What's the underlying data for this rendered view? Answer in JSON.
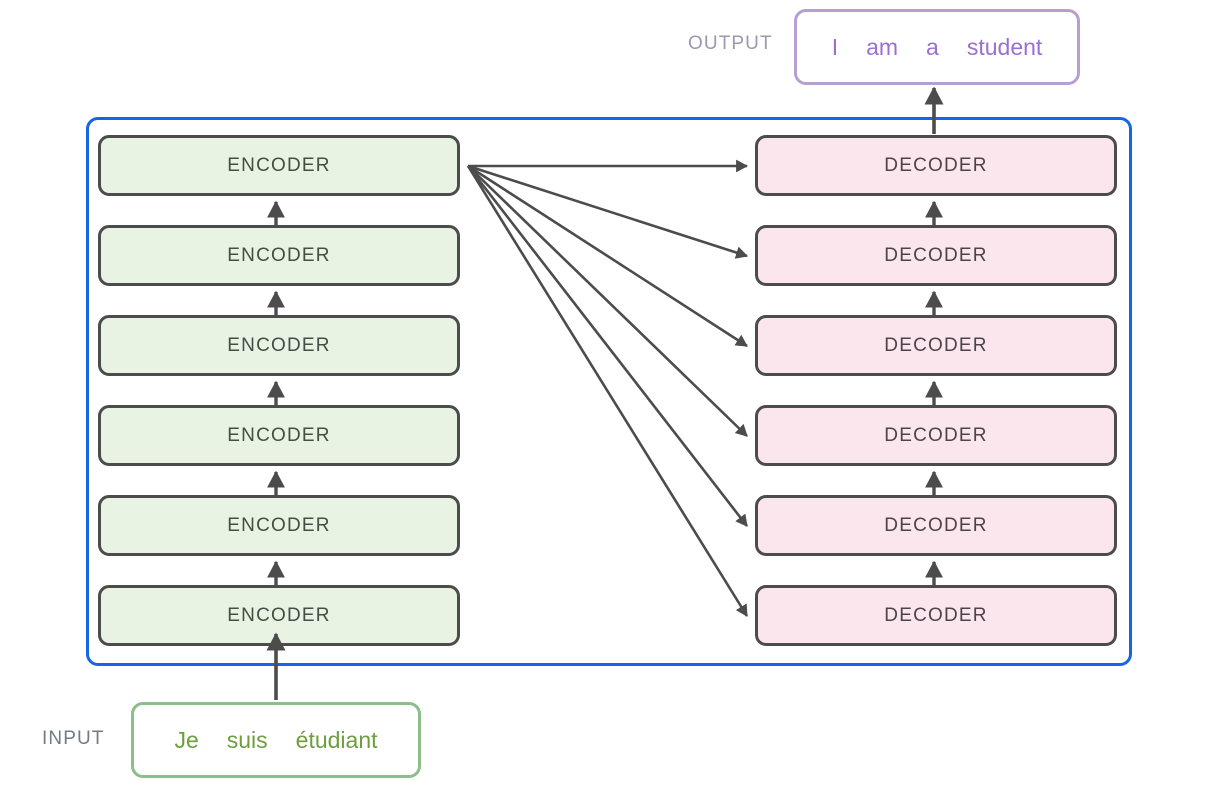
{
  "diagram": {
    "title": "Transformer encoder-decoder stack",
    "colors": {
      "container_border": "#1565e6",
      "encoder_fill": "#e9f3e4",
      "decoder_fill": "#fbe6ee",
      "block_border": "#4c4c4c",
      "arrow": "#4c4c4c",
      "input_border": "#8cbd8a",
      "input_text": "#6d9e3f",
      "output_border": "#b7a0cf",
      "output_text": "#9b6fd0",
      "input_label_text": "#717c86",
      "output_label_text": "#9d97b0",
      "background": "#ffffff"
    }
  },
  "output": {
    "label": "OUTPUT",
    "tokens": [
      "I",
      "am",
      "a",
      "student"
    ]
  },
  "input": {
    "label": "INPUT",
    "tokens": [
      "Je",
      "suis",
      "étudiant"
    ]
  },
  "encoder_stack": {
    "name": "encoders",
    "blocks": [
      {
        "label": "ENCODER"
      },
      {
        "label": "ENCODER"
      },
      {
        "label": "ENCODER"
      },
      {
        "label": "ENCODER"
      },
      {
        "label": "ENCODER"
      },
      {
        "label": "ENCODER"
      }
    ]
  },
  "decoder_stack": {
    "name": "decoders",
    "blocks": [
      {
        "label": "DECODER"
      },
      {
        "label": "DECODER"
      },
      {
        "label": "DECODER"
      },
      {
        "label": "DECODER"
      },
      {
        "label": "DECODER"
      },
      {
        "label": "DECODER"
      }
    ]
  },
  "connections": {
    "encoder_internal_arrows": 5,
    "decoder_internal_arrows": 5,
    "cross_attention_arrows": 6,
    "input_to_encoder_arrow": 1,
    "decoder_to_output_arrow": 1
  }
}
